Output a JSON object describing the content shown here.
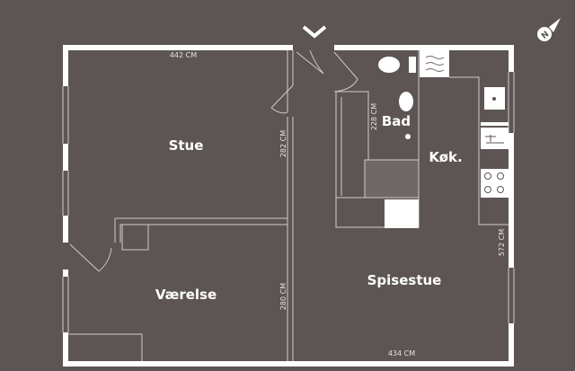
{
  "rooms": {
    "stue": "Stue",
    "vaerelse": "Værelse",
    "bad": "Bad",
    "kokken": "Køk.",
    "spisestue": "Spisestue"
  },
  "dimensions": {
    "top": "442 CM",
    "stue_height": "282 CM",
    "bad_height": "228 CM",
    "right": "572 CM",
    "vaerelse_height": "280 CM",
    "bottom": "434 CM"
  },
  "compass": {
    "label": "N"
  },
  "colors": {
    "background": "#5c5553",
    "wall": "#ffffff",
    "line": "#cfcac8",
    "shade": "#6e6866"
  }
}
